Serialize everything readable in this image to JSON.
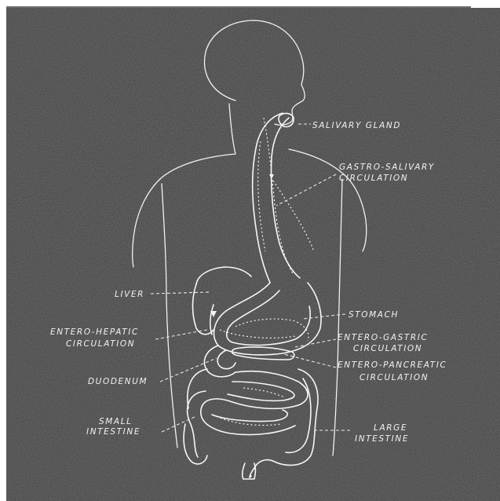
{
  "labels": {
    "salivary_gland": "SALIVARY GLAND",
    "gastro_salivary_1": "GASTRO-SALIVARY",
    "gastro_salivary_2": "CIRCULATION",
    "liver": "LIVER",
    "stomach": "STOMACH",
    "entero_hepatic_1": "ENTERO-HEPATIC",
    "entero_hepatic_2": "CIRCULATION",
    "entero_gastric_1": "ENTERO-GASTRIC",
    "entero_gastric_2": "CIRCULATION",
    "duodenum": "DUODENUM",
    "entero_pancreatic_1": "ENTERO-PANCREATIC",
    "entero_pancreatic_2": "CIRCULATION",
    "small_intestine_1": "SMALL",
    "small_intestine_2": "INTESTINE",
    "large_intestine_1": "LARGE",
    "large_intestine_2": "INTESTINE"
  },
  "colors": {
    "background": "#3a3a3a",
    "line": "#f1f1f1"
  }
}
